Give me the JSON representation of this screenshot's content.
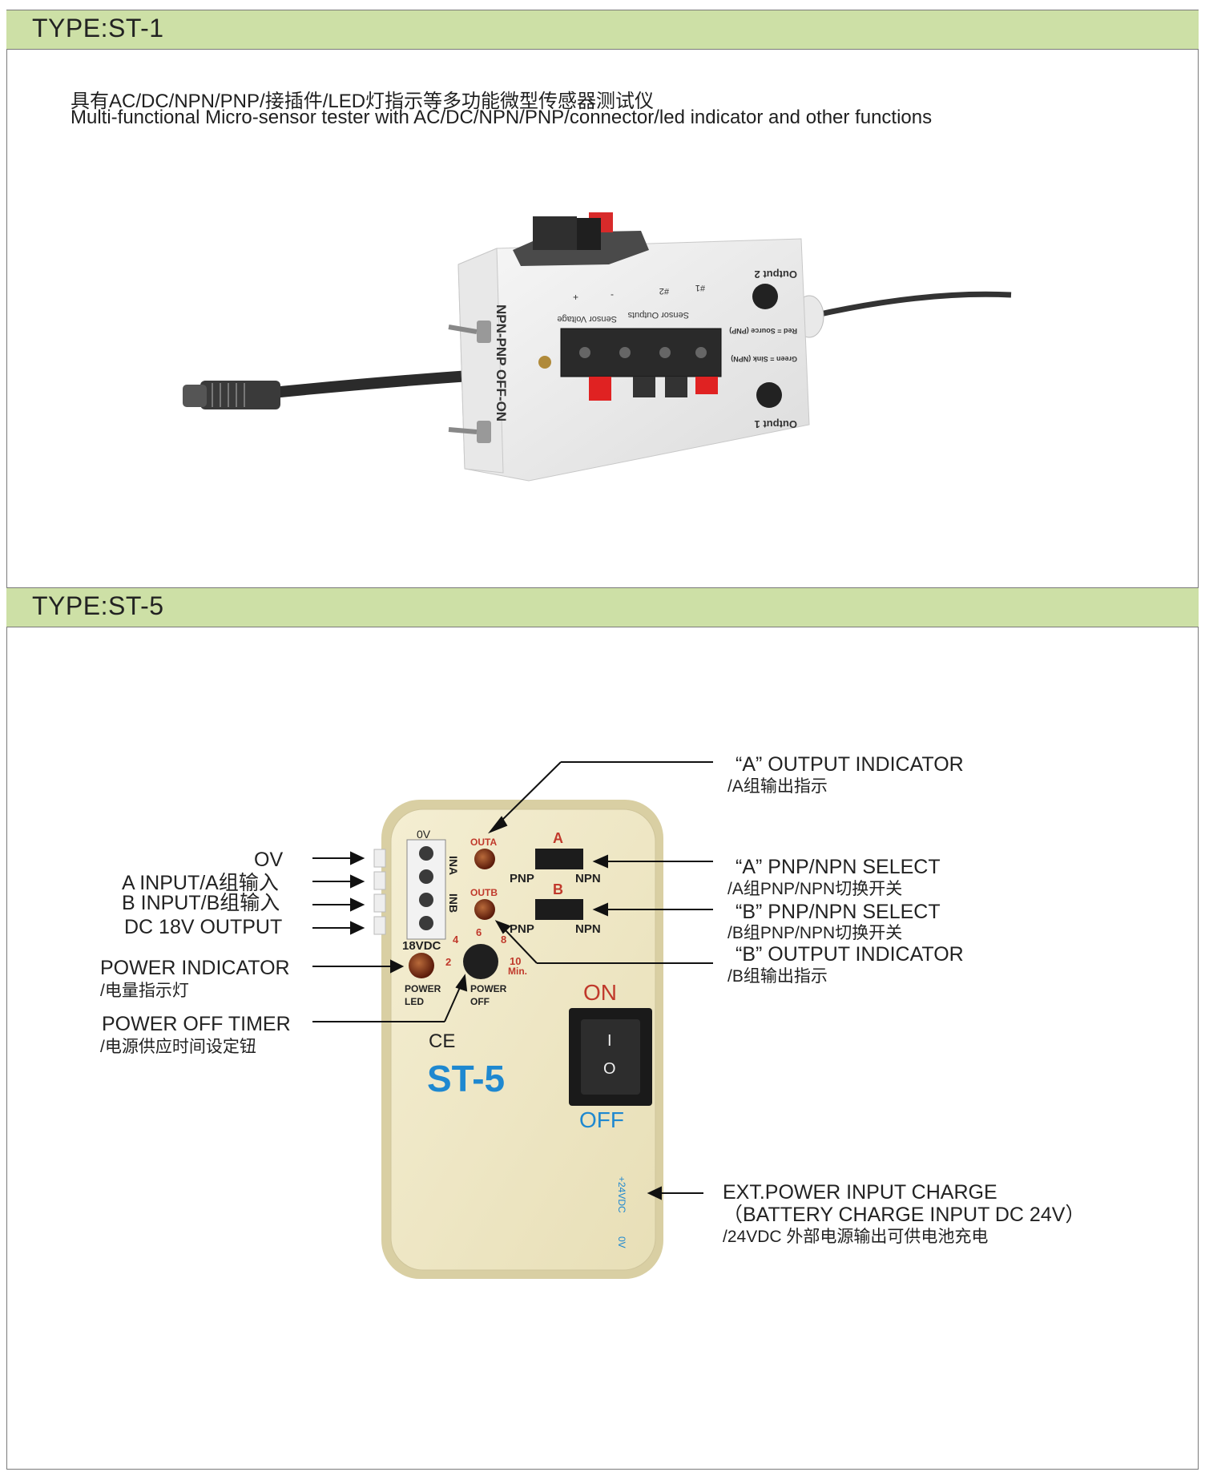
{
  "st1": {
    "title": "TYPE:ST-1",
    "desc_zh": "具有AC/DC/NPN/PNP/接插件/LED灯指示等多功能微型传感器测试仪",
    "desc_en": "Multi-functional Micro-sensor tester with AC/DC/NPN/PNP/connector/led indicator and other functions",
    "device": {
      "side_label": "NPN-PNP OFF-ON",
      "output2": "Output 2",
      "output1": "Output 1",
      "sensor_voltage": "Sensor Voltage",
      "sensor_outputs": "Sensor Outputs",
      "plus": "+",
      "minus": "-",
      "hash2": "#2",
      "hash1": "#1",
      "red_source": "Red = Source (PNP)",
      "green_sink": "Green = Sink (NPN)"
    }
  },
  "st5": {
    "title": "TYPE:ST-5",
    "device": {
      "ov": "0V",
      "out_a": "OUTA",
      "out_b": "OUTB",
      "in_a": "INA",
      "in_b": "INB",
      "a": "A",
      "b": "B",
      "pnp": "PNP",
      "npn": "NPN",
      "vdc18": "18VDC",
      "dial_4": "4",
      "dial_6": "6",
      "dial_8": "8",
      "dial_2": "2",
      "dial_10": "10",
      "dial_min": "Min.",
      "power_led_1": "POWER",
      "power_led_2": "LED",
      "power_off_1": "POWER",
      "power_off_2": "OFF",
      "on": "ON",
      "off": "OFF",
      "ce": "CE",
      "model": "ST-5",
      "dc_jack": "+24VDC",
      "dc_jack_0v": "0V",
      "rocker_i": "I",
      "rocker_o": "O"
    },
    "annotations": {
      "out_a_en": "“A” OUTPUT INDICATOR",
      "out_a_zh": "/A组输出指示",
      "ov": "OV",
      "a_input": "A  INPUT/A组输入",
      "b_input": "B  INPUT/B组输入",
      "dc18": "DC 18V OUTPUT",
      "a_select_en": "“A” PNP/NPN SELECT",
      "a_select_zh": "/A组PNP/NPN切换开关",
      "b_select_en": "“B” PNP/NPN SELECT",
      "b_select_zh": "/B组PNP/NPN切换开关",
      "out_b_en": "“B” OUTPUT INDICATOR",
      "out_b_zh": "/B组输出指示",
      "power_ind_en": "POWER INDICATOR",
      "power_ind_zh": "/电量指示灯",
      "timer_en": "POWER OFF TIMER",
      "timer_zh": "/电源供应时间设定钮",
      "ext_1": "EXT.POWER INPUT CHARGE",
      "ext_2": "（BATTERY CHARGE INPUT DC 24V）",
      "ext_3": "/24VDC 外部电源输出可供电池充电"
    }
  }
}
